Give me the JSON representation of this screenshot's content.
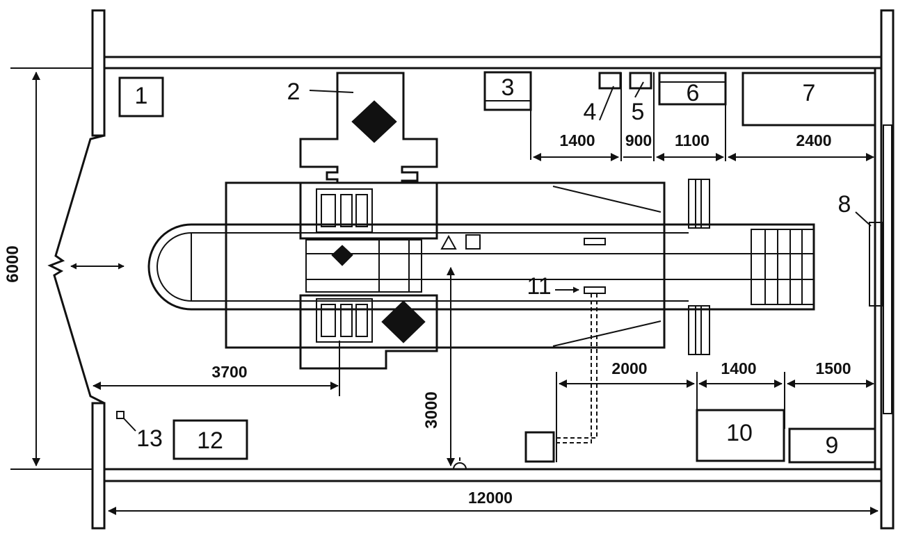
{
  "equipment_labels": {
    "l1": "1",
    "l2": "2",
    "l3": "3",
    "l4": "4",
    "l5": "5",
    "l6": "6",
    "l7": "7",
    "l8": "8",
    "l9": "9",
    "l10": "10",
    "l11": "11",
    "l12": "12",
    "l13": "13"
  },
  "dimensions": {
    "d1400_top": "1400",
    "d900": "900",
    "d1100": "1100",
    "d2400": "2400",
    "d3700": "3700",
    "d2000": "2000",
    "d1400_bottom": "1400",
    "d1500": "1500",
    "d3000": "3000",
    "d6000": "6000",
    "d12000": "12000"
  }
}
